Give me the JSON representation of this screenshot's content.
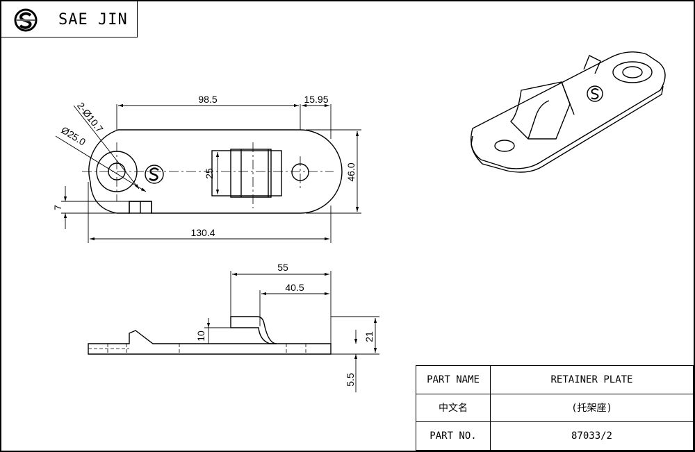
{
  "brand": {
    "name": "SAE JIN",
    "logo_icon": "sae-jin-s-logo-icon"
  },
  "top_view": {
    "dims": {
      "hole_dia": "2-Ø10.7",
      "boss_dia": "Ø25.0",
      "center_span": "98.5",
      "end_offset": "15.95",
      "overall_length": "130.4",
      "overall_width": "46.0",
      "slot_width": "25",
      "tab_height": "7"
    }
  },
  "side_view": {
    "dims": {
      "bracket_length": "55",
      "bracket_inner": "40.5",
      "step_height": "10",
      "total_height": "21",
      "thickness": "5.5"
    }
  },
  "title_block": {
    "rows": [
      {
        "label": "PART NAME",
        "value": "RETAINER PLATE"
      },
      {
        "label": "中文名",
        "value": "(托架座)"
      },
      {
        "label": "PART NO.",
        "value": "87033/2"
      }
    ]
  }
}
